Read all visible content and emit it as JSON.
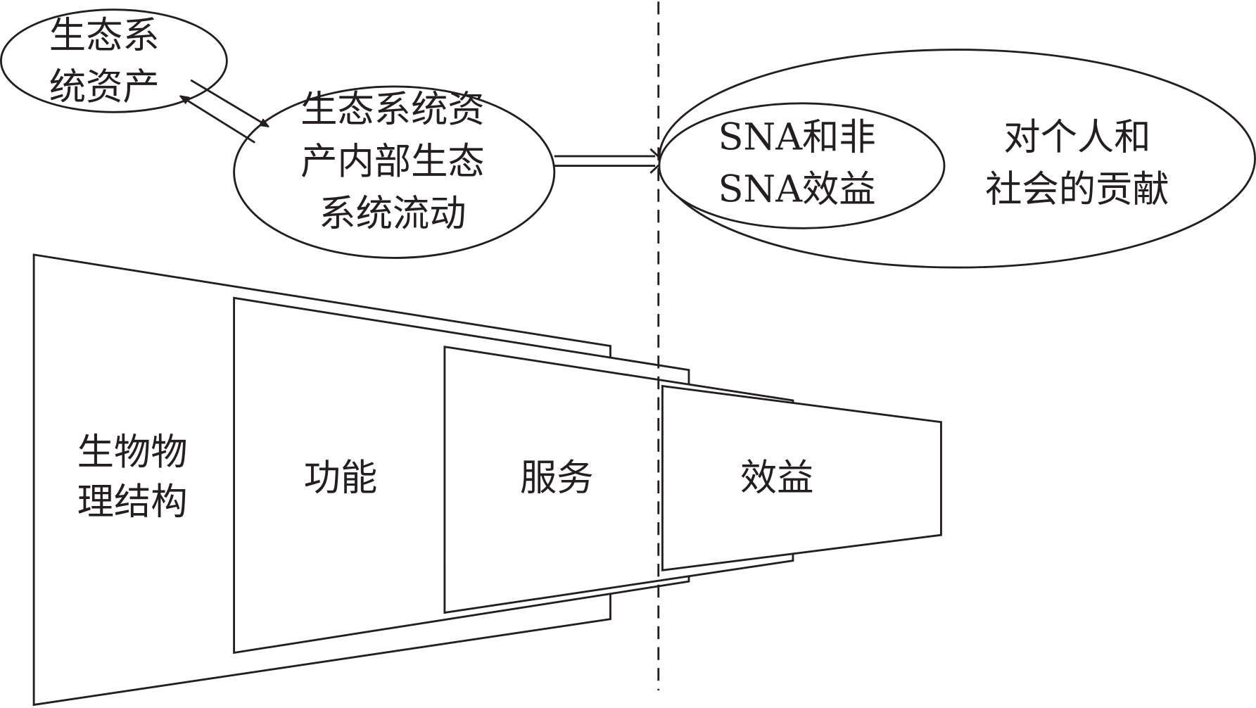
{
  "nodes": {
    "ecosystem_assets": [
      "生态系",
      "统资产"
    ],
    "internal_flows": [
      "生态系统资",
      "产内部生态",
      "系统流动"
    ],
    "benefits_sna": [
      "SNA和非",
      "SNA效益"
    ],
    "contribution": [
      "对个人和",
      "社会的贡献"
    ]
  },
  "layers": {
    "biophysical": [
      "生物物",
      "理结构"
    ],
    "function": "功能",
    "service": "服务",
    "benefit": "效益"
  },
  "colors": {
    "stroke": "#231f20",
    "background": "#ffffff"
  }
}
